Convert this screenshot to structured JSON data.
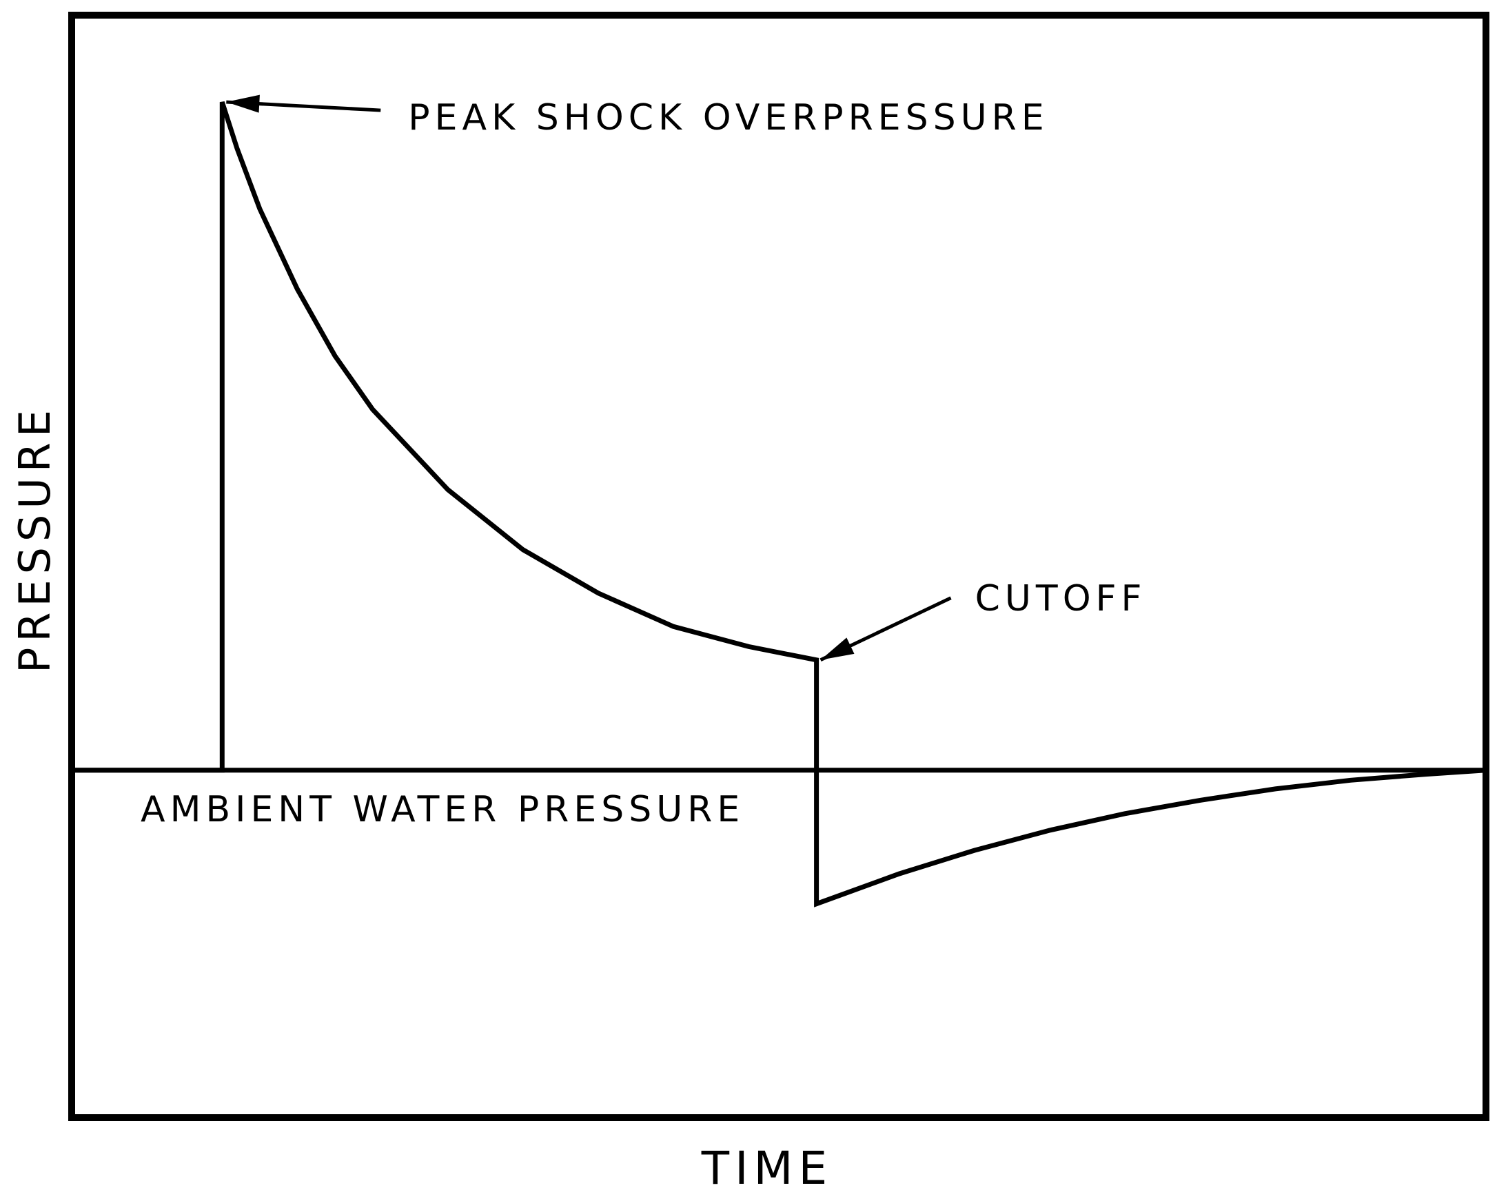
{
  "chart_data": {
    "type": "line",
    "title": "",
    "xlabel": "TIME",
    "ylabel": "PRESSURE",
    "axes_ticks": "none",
    "grid": false,
    "reference_line": {
      "label": "AMBIENT WATER PRESSURE",
      "y": 0
    },
    "annotations": [
      {
        "id": "peak",
        "label": "PEAK SHOCK OVERPRESSURE",
        "target_x": 0.0,
        "target_y": 1.0
      },
      {
        "id": "cutoff",
        "label": "CUTOFF",
        "target_x": 3.95,
        "target_y": 0.165
      }
    ],
    "series": [
      {
        "values_x": [
          -1.0,
          0.0,
          0.0,
          0.1,
          0.25,
          0.5,
          0.75,
          1.0,
          1.5,
          2.0,
          2.5,
          3.0,
          3.5,
          3.95,
          3.95,
          3.95,
          4.5,
          5.0,
          5.5,
          6.0,
          6.5,
          7.0,
          7.5,
          8.0,
          8.4
        ],
        "values_y": [
          0.0,
          0.0,
          1.0,
          0.93,
          0.84,
          0.72,
          0.62,
          0.54,
          0.42,
          0.33,
          0.265,
          0.215,
          0.185,
          0.165,
          0.0,
          -0.2,
          -0.155,
          -0.12,
          -0.09,
          -0.065,
          -0.045,
          -0.028,
          -0.015,
          -0.006,
          0.0
        ]
      }
    ],
    "xlim": [
      -1.0,
      8.4
    ],
    "ylim": [
      -0.52,
      1.13
    ],
    "line_color": "#000000",
    "background_color": "#ffffff"
  }
}
